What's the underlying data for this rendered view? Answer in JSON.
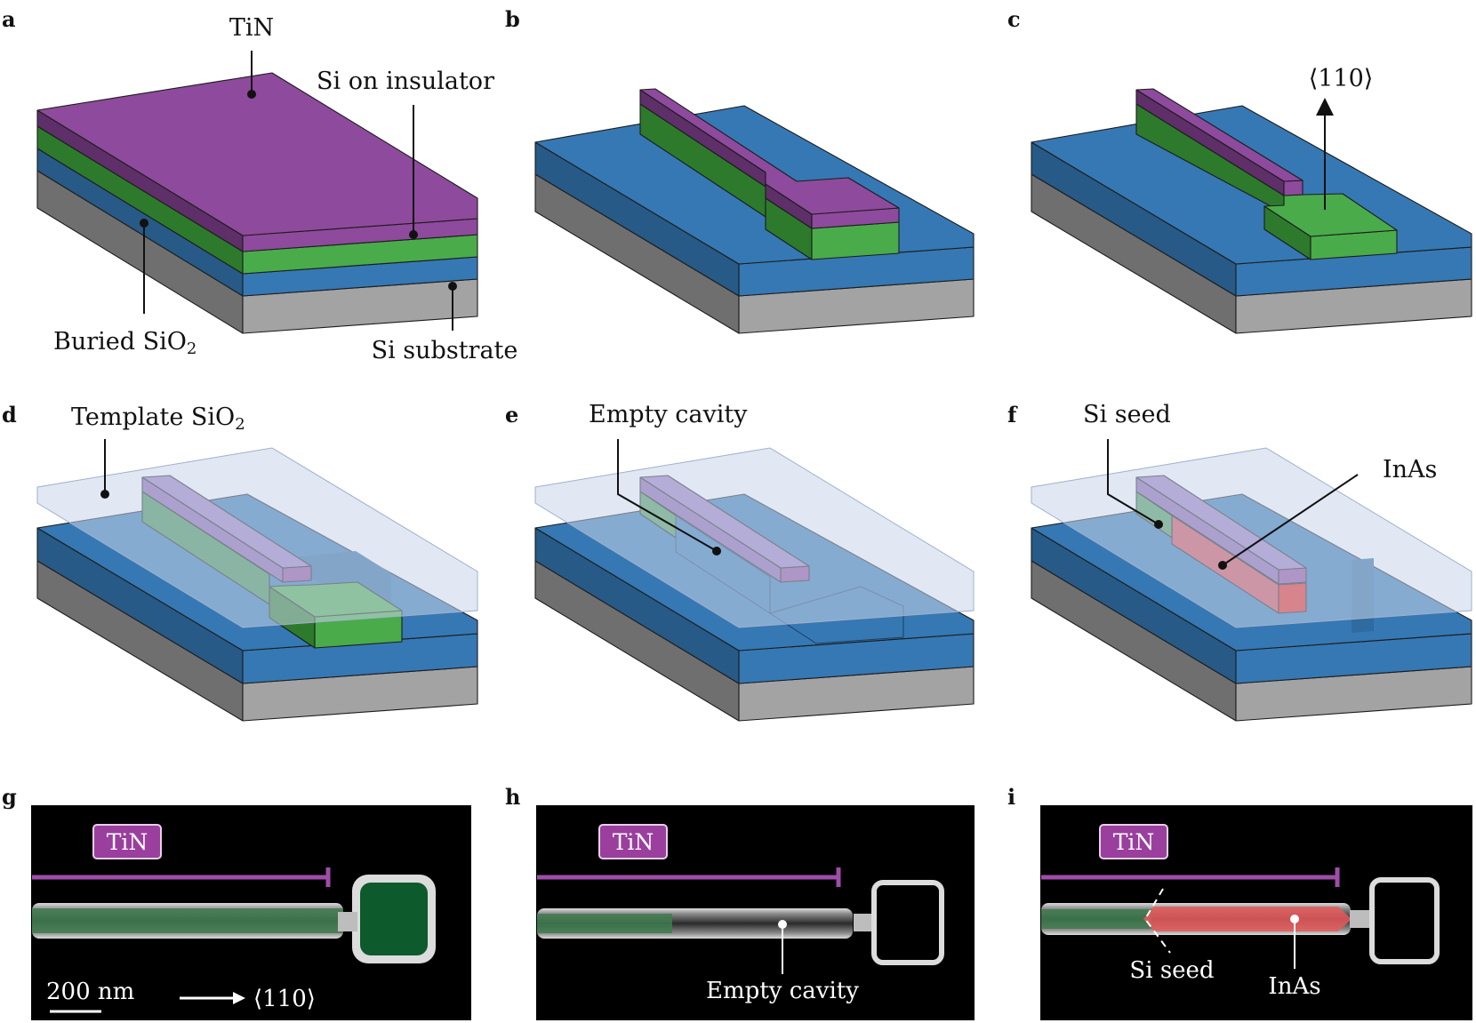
{
  "panels": {
    "a": {
      "letter": "a",
      "tin": "TiN",
      "soi": "Si on insulator",
      "box_main": "Buried SiO",
      "box_sub": "2",
      "substrate": "Si substrate"
    },
    "b": {
      "letter": "b"
    },
    "c": {
      "letter": "c",
      "direction": "⟨110⟩"
    },
    "d": {
      "letter": "d",
      "template_main": "Template SiO",
      "template_sub": "2"
    },
    "e": {
      "letter": "e",
      "cavity": "Empty cavity"
    },
    "f": {
      "letter": "f",
      "seed": "Si seed",
      "inas": "InAs"
    },
    "g": {
      "letter": "g",
      "tin": "TiN",
      "scale": "200 nm",
      "direction": "⟨110⟩"
    },
    "h": {
      "letter": "h",
      "tin": "TiN",
      "cavity": "Empty cavity"
    },
    "i": {
      "letter": "i",
      "tin": "TiN",
      "seed": "Si seed",
      "inas": "InAs"
    }
  },
  "colors": {
    "tin": "#8e4a9c",
    "si_green": "#4aab4a",
    "oxide_blue": "#3578b4",
    "substrate_gray": "#a3a3a3",
    "inas_red": "#e8221e",
    "sem_background": "#000000"
  }
}
